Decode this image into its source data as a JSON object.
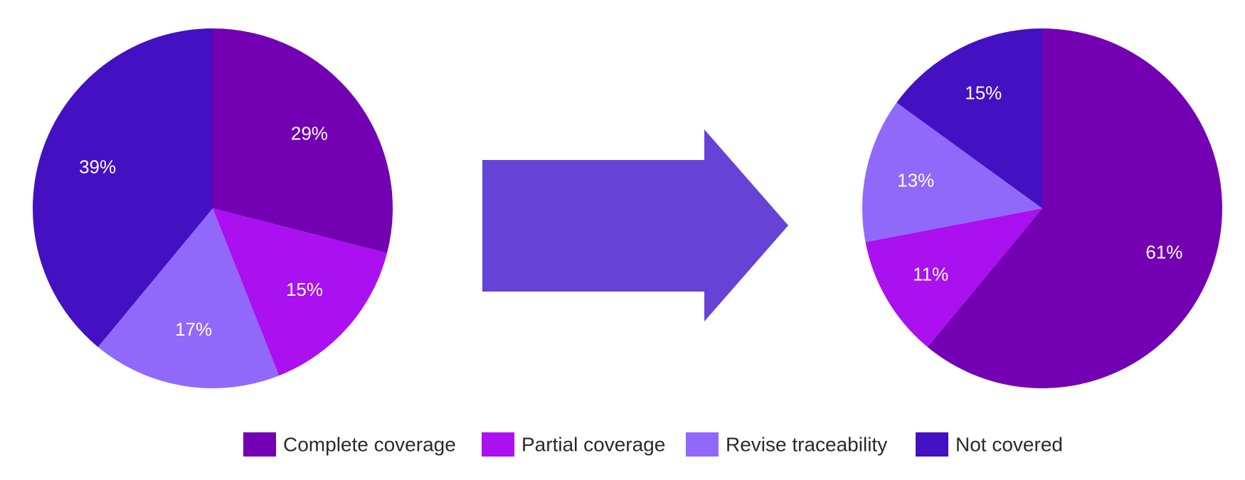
{
  "colors": {
    "complete": "#7300B3",
    "partial": "#AA10F0",
    "revise": "#9069FB",
    "not_covered": "#4310C2",
    "arrow": "#6642D6"
  },
  "legend": [
    {
      "key": "complete",
      "label": "Complete coverage"
    },
    {
      "key": "partial",
      "label": "Partial coverage"
    },
    {
      "key": "revise",
      "label": "Revise traceability"
    },
    {
      "key": "not_covered",
      "label": "Not covered"
    }
  ],
  "chart_data": [
    {
      "type": "pie",
      "title": "",
      "categories": [
        "Complete coverage",
        "Partial coverage",
        "Revise traceability",
        "Not covered"
      ],
      "values": [
        29,
        15,
        17,
        39
      ],
      "labels": [
        "29%",
        "15%",
        "17%",
        "39%"
      ],
      "colors": [
        "#7300B3",
        "#AA10F0",
        "#9069FB",
        "#4310C2"
      ]
    },
    {
      "type": "pie",
      "title": "",
      "categories": [
        "Complete coverage",
        "Partial coverage",
        "Revise traceability",
        "Not covered"
      ],
      "values": [
        61,
        11,
        13,
        15
      ],
      "labels": [
        "61%",
        "11%",
        "13%",
        "15%"
      ],
      "colors": [
        "#7300B3",
        "#AA10F0",
        "#9069FB",
        "#4310C2"
      ]
    }
  ]
}
